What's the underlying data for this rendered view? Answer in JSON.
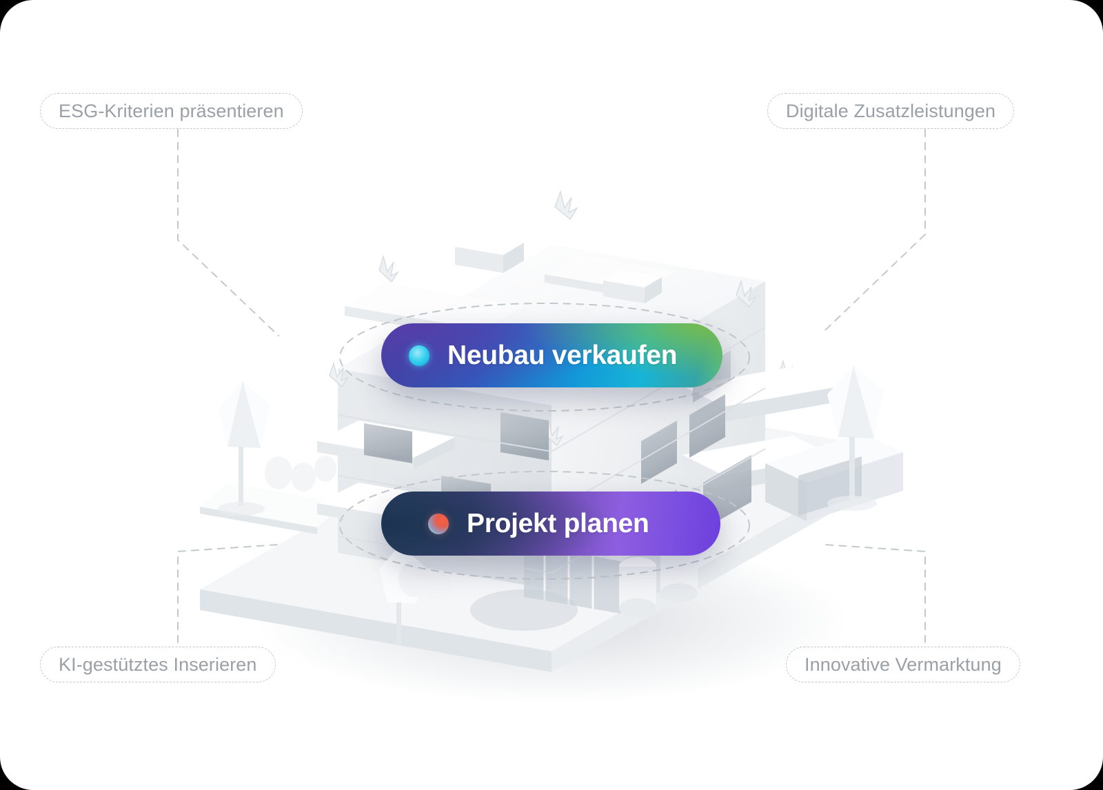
{
  "page": {
    "background_color": "#ffffff",
    "outer_color": "#000000"
  },
  "tags": {
    "top_left": {
      "label": "ESG-Kriterien präsentieren",
      "icon": "dashed-pill"
    },
    "top_right": {
      "label": "Digitale Zusatzleistungen",
      "icon": "dashed-pill"
    },
    "bottom_left": {
      "label": "KI-gestütztes Inserieren",
      "icon": "dashed-pill"
    },
    "bottom_right": {
      "label": "Innovative Vermarktung",
      "icon": "dashed-pill"
    }
  },
  "actions": {
    "primary": {
      "label": "Neubau verkaufen",
      "dot_icon": "status-dot-icon",
      "dot_color": "#34d0ef",
      "gradient_from": "#3f3f9e",
      "gradient_mid": "#16b4d8",
      "gradient_to": "#5bbf7a"
    },
    "secondary": {
      "label": "Projekt planen",
      "dot_icon": "status-dot-icon",
      "dot_color": "#ec5b45",
      "gradient_from": "#27405c",
      "gradient_mid": "#6f4eb4",
      "gradient_to": "#6d3fdd"
    }
  },
  "illustration": {
    "name": "isometric-building-render",
    "description": "Isometrische 3D-Darstellung eines weißen Mehrfamilienhauses mit Dachterrasse, Balkonen, Bäumen und Grundstücksplatte",
    "dashed_ring_color": "#c3c8cc"
  }
}
